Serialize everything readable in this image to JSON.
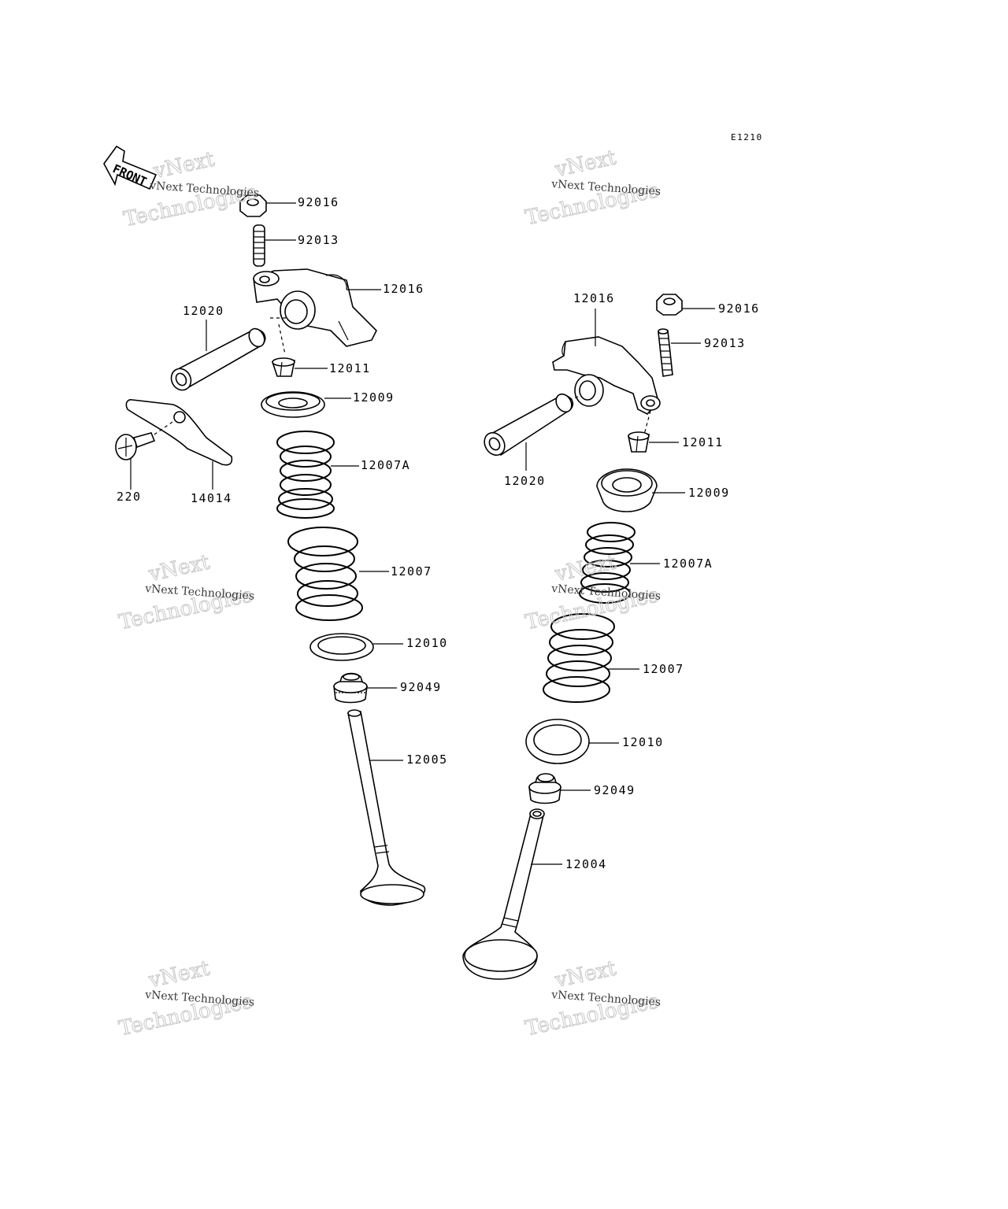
{
  "diagram": {
    "code": "E1210",
    "front_label": "FRONT",
    "watermark": {
      "line1": "vNext Technologies",
      "line2": "vNext",
      "line3": "Technologies"
    },
    "left_labels": {
      "nut": "92016",
      "adjuster": "92013",
      "rocker_arm": "12016",
      "shaft": "12020",
      "keeper": "12011",
      "retainer": "12009",
      "plate": "14014",
      "screw": "220",
      "inner_spring": "12007A",
      "outer_spring": "12007",
      "seat": "12010",
      "seal": "92049",
      "valve": "12005"
    },
    "right_labels": {
      "rocker_arm": "12016",
      "nut": "92016",
      "adjuster": "92013",
      "keeper": "12011",
      "shaft": "12020",
      "retainer": "12009",
      "inner_spring": "12007A",
      "outer_spring": "12007",
      "seat": "12010",
      "seal": "92049",
      "valve": "12004"
    }
  }
}
